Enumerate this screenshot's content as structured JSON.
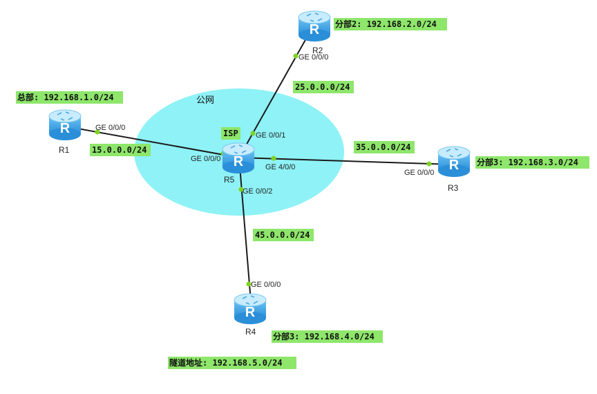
{
  "colors": {
    "cloud": "#8ef2f6",
    "label_bg": "#8ee66b",
    "link": "#1a1a1a",
    "port_dot": "#7ed321",
    "router_top": "#c8ecff",
    "router_body": "#3aa6e8"
  },
  "zone": {
    "label": "公网"
  },
  "routers": {
    "r1": {
      "name": "R1"
    },
    "r2": {
      "name": "R2"
    },
    "r3": {
      "name": "R3"
    },
    "r4": {
      "name": "R4"
    },
    "r5": {
      "name": "R5"
    }
  },
  "ports": {
    "r1_ge000": "GE 0/0/0",
    "r2_ge000": "GE 0/0/0",
    "r3_ge000": "GE 0/0/0",
    "r4_ge000": "GE 0/0/0",
    "r5_ge000": "GE 0/0/0",
    "r5_ge001": "GE 0/0/1",
    "r5_ge002": "GE 0/0/2",
    "r5_ge400": "GE 4/0/0"
  },
  "tags": {
    "hq": "总部: 192.168.1.0/24",
    "branch2": "分部2: 192.168.2.0/24",
    "branch3": "分部3: 192.168.3.0/24",
    "branch4": "分部3: 192.168.4.0/24",
    "isp": "ISP",
    "net15": "15.0.0.0/24",
    "net25": "25.0.0.0/24",
    "net35": "35.0.0.0/24",
    "net45": "45.0.0.0/24",
    "tunnel": "隧道地址: 192.168.5.0/24"
  }
}
